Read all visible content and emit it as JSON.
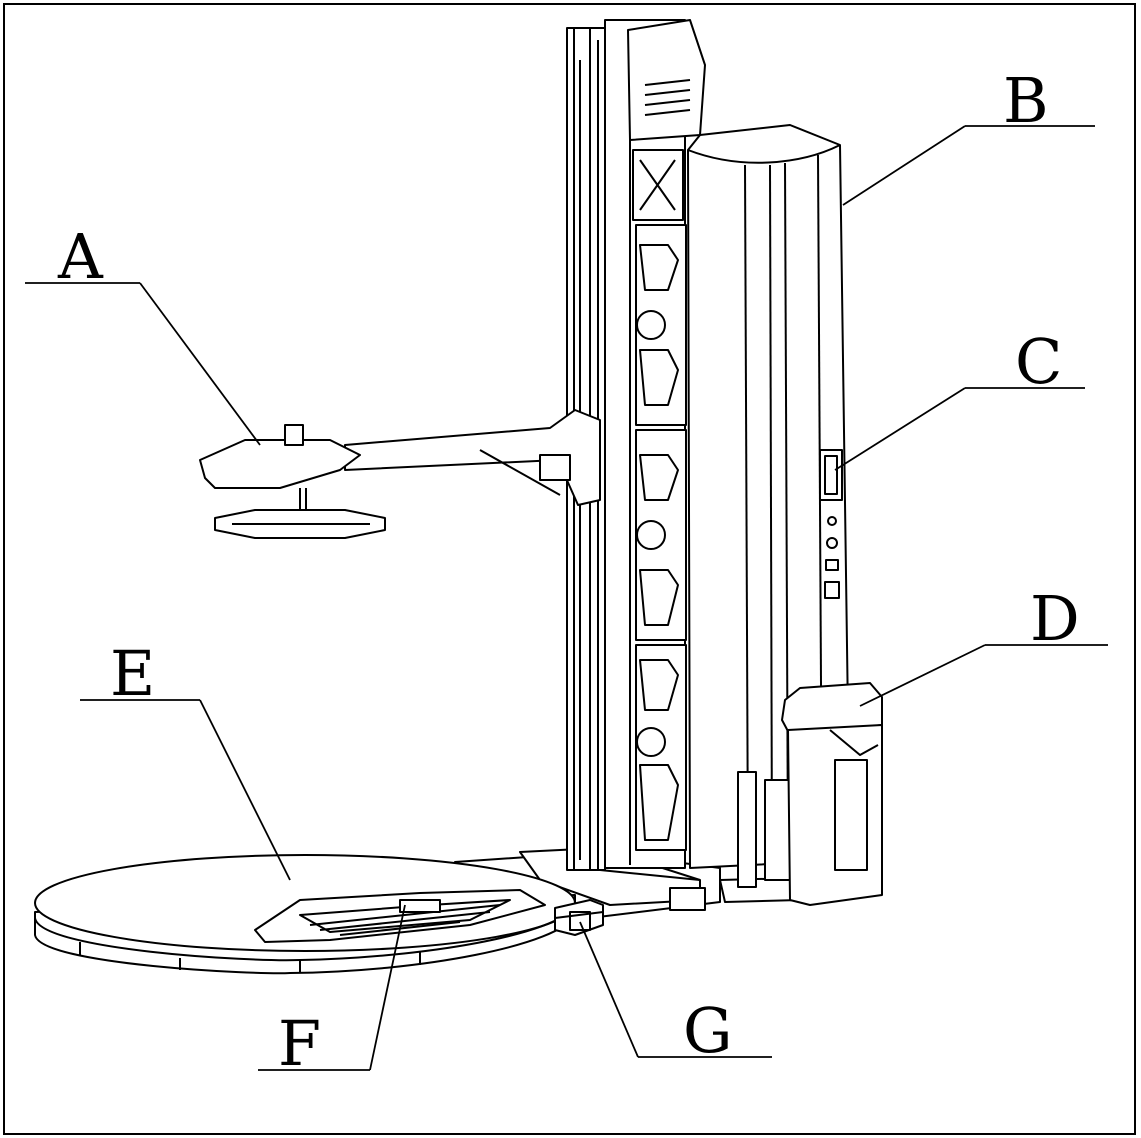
{
  "diagram": {
    "labels": {
      "a": "A",
      "b": "B",
      "c": "C",
      "d": "D",
      "e": "E",
      "f": "F",
      "g": "G"
    }
  },
  "colors": {
    "line": "#000000",
    "background": "#ffffff"
  }
}
